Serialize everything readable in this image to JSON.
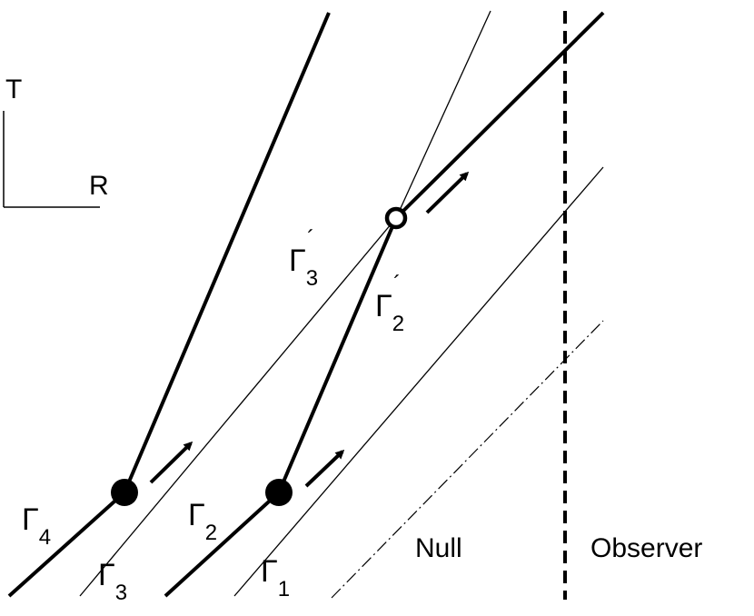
{
  "axes": {
    "time_label": "T",
    "space_label": "R"
  },
  "labels": {
    "gamma4": {
      "base": "Γ",
      "sub": "4"
    },
    "gamma3": {
      "base": "Γ",
      "sub": "3"
    },
    "gamma2": {
      "base": "Γ",
      "sub": "2"
    },
    "gamma1": {
      "base": "Γ",
      "sub": "1"
    },
    "gamma3_prime": {
      "base": "Γ",
      "sub": "3",
      "prime": "´"
    },
    "gamma2_prime": {
      "base": "Γ",
      "sub": "2",
      "prime": "´"
    },
    "null": "Null",
    "observer": "Observer"
  }
}
